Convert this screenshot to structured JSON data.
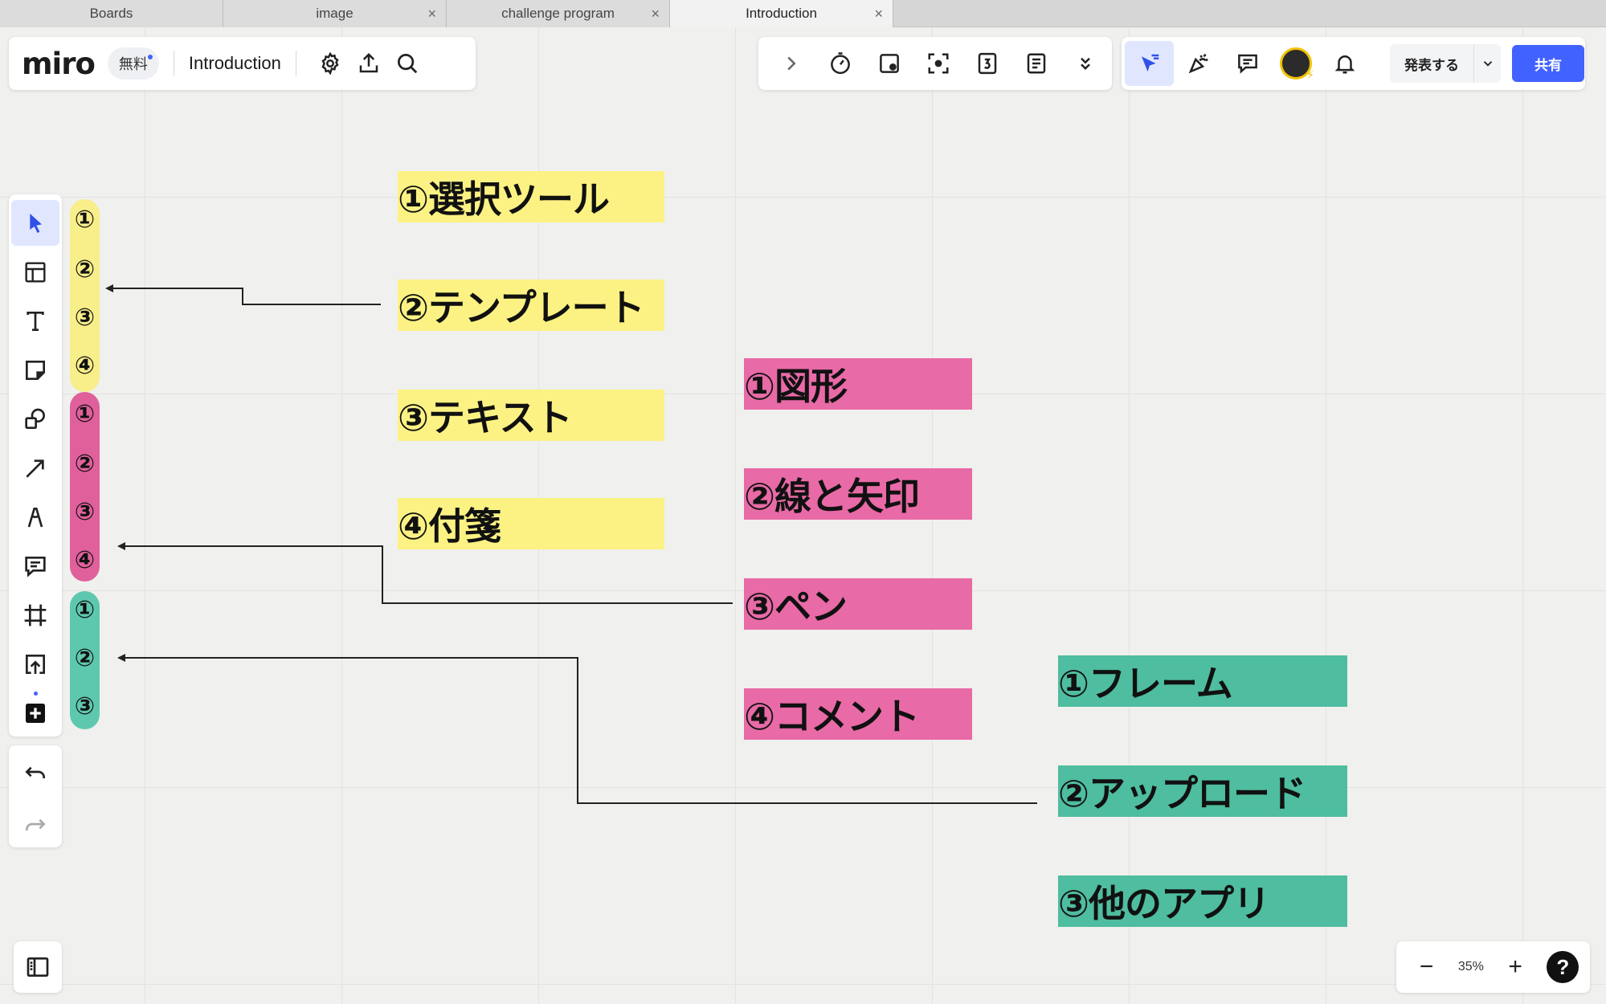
{
  "browser": {
    "tabs": [
      {
        "title": "Boards",
        "closable": false
      },
      {
        "title": "image",
        "closable": true
      },
      {
        "title": "challenge program",
        "closable": true
      },
      {
        "title": "Introduction",
        "closable": true,
        "active": true
      }
    ],
    "close_glyph": "×"
  },
  "header": {
    "logo": "miro",
    "plan_badge": "無料",
    "board_title": "Introduction",
    "icons": [
      "gear-icon",
      "upload-icon",
      "search-icon"
    ]
  },
  "toolbar_center": {
    "icons": [
      "chevron-right-icon",
      "timer-icon",
      "card-icon",
      "focus-icon",
      "counter-icon",
      "notes-icon",
      "double-chevron-down-icon"
    ]
  },
  "toolbar_right": {
    "icons": [
      "cursor-select-icon",
      "celebrate-icon",
      "comments-icon",
      "avatar",
      "bell-icon"
    ],
    "present_label": "発表する",
    "share_label": "共有"
  },
  "left_toolbar": {
    "tools": [
      "select-icon",
      "template-icon",
      "text-icon",
      "sticky-note-icon",
      "shapes-icon",
      "arrow-icon",
      "pen-icon",
      "comment-icon",
      "frame-icon",
      "upload-icon",
      "apps-icon"
    ],
    "undo_redo": [
      "undo-icon",
      "redo-icon"
    ]
  },
  "pills": {
    "yellow": [
      "①",
      "②",
      "③",
      "④"
    ],
    "pink": [
      "①",
      "②",
      "③",
      "④"
    ],
    "teal": [
      "①",
      "②",
      "③"
    ]
  },
  "notes": {
    "yellow": [
      "①選択ツール",
      "②テンプレート",
      "③テキスト",
      "④付箋"
    ],
    "pink": [
      "①図形",
      "②線と矢印",
      "③ペン",
      "④コメント"
    ],
    "teal": [
      "①フレーム",
      "②アップロード",
      "③他のアプリ"
    ]
  },
  "zoom": {
    "minus": "−",
    "level": "35%",
    "plus": "+",
    "help": "?"
  },
  "colors": {
    "accent": "#4262ff",
    "note_yellow": "#fbf283",
    "note_pink": "#e86aa6",
    "note_teal": "#4fbd9f",
    "pill_yellow": "#f8ee8a",
    "pill_pink": "#e0609c",
    "pill_teal": "#5ec8ae"
  }
}
